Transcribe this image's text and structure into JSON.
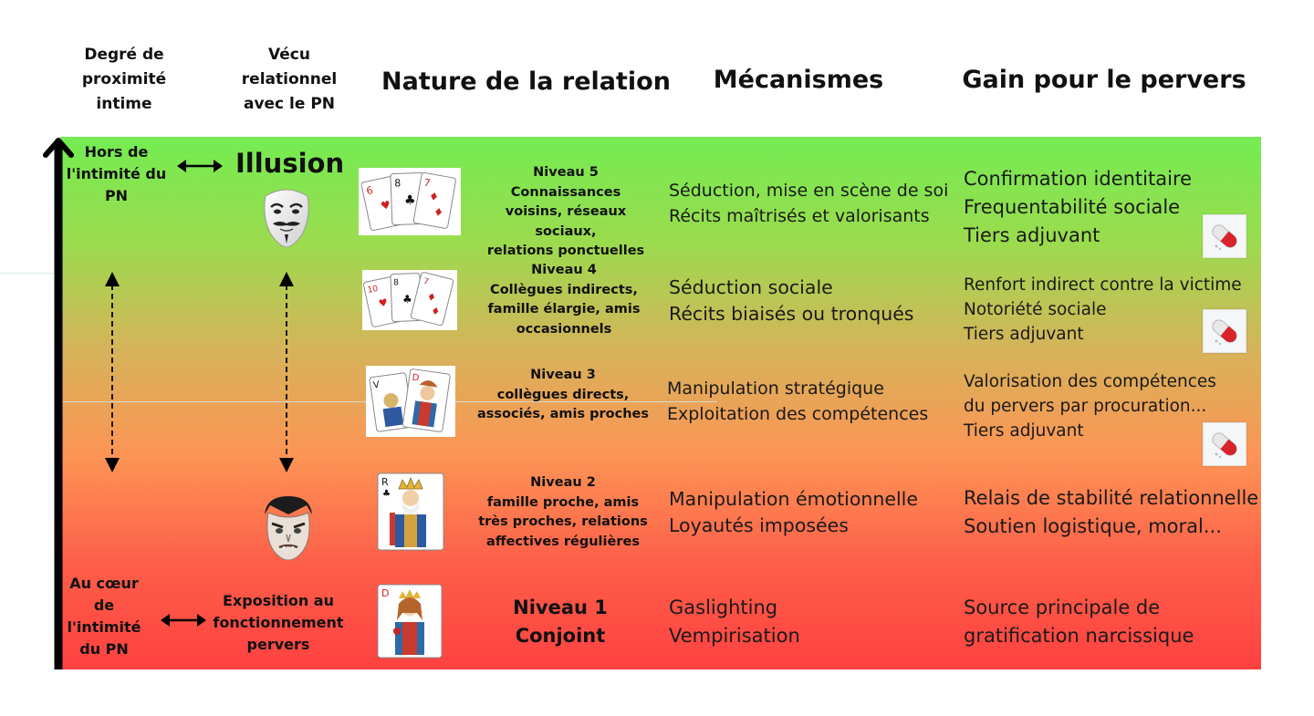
{
  "headers": {
    "col1": [
      "Degré de",
      "proximité",
      "intime"
    ],
    "col2": [
      "Vécu",
      "relationnel",
      "avec le PN"
    ],
    "col3": "Nature de la relation",
    "col4": "Mécanismes",
    "col5": "Gain pour le pervers"
  },
  "left": {
    "top_label": [
      "Hors de",
      "l'intimité du",
      "PN"
    ],
    "bottom_label": [
      "Au cœur",
      "de",
      "l'intimité",
      "du PN"
    ],
    "illusion": "Illusion",
    "exposure": [
      "Exposition au",
      "fonctionnement",
      "pervers"
    ]
  },
  "levels": [
    {
      "title": [
        "Niveau 5",
        "Connaissances",
        "voisins, réseaux sociaux,",
        "relations ponctuelles"
      ],
      "mechanisms": [
        "Séduction, mise en scène de soi",
        "Récits maîtrisés et valorisants"
      ],
      "gains": [
        "Confirmation identitaire",
        "Frequentabilité sociale",
        "Tiers adjuvant"
      ]
    },
    {
      "title": [
        "Niveau 4",
        "Collègues indirects,",
        "famille élargie, amis",
        "occasionnels"
      ],
      "mechanisms": [
        "Séduction sociale",
        "Récits biaisés ou tronqués"
      ],
      "gains": [
        "Renfort indirect contre la victime",
        "Notoriété sociale",
        "Tiers adjuvant"
      ]
    },
    {
      "title": [
        "Niveau 3",
        "collègues directs,",
        "associés, amis proches"
      ],
      "mechanisms": [
        "Manipulation stratégique",
        "Exploitation des compétences"
      ],
      "gains": [
        "Valorisation des compétences",
        "du pervers par procuration...",
        "Tiers adjuvant"
      ]
    },
    {
      "title": [
        "Niveau 2",
        "famille proche, amis",
        "très proches, relations",
        "affectives régulières"
      ],
      "mechanisms": [
        "Manipulation émotionnelle",
        "Loyautés imposées"
      ],
      "gains": [
        "Relais de stabilité relationnelle",
        "Soutien logistique, moral..."
      ]
    },
    {
      "title": [
        "Niveau 1",
        "Conjoint"
      ],
      "mechanisms": [
        "Gaslighting",
        "Vempirisation"
      ],
      "gains": [
        "Source principale de",
        "gratification narcissique"
      ]
    }
  ],
  "cards": {
    "six": "6",
    "eight": "8",
    "seven": "7",
    "ten": "10",
    "valet": "V",
    "dame": "D",
    "roi": "R"
  },
  "colors": {
    "top": "#74ec52",
    "middle": "#fd9455",
    "bottom": "#fe4141"
  }
}
